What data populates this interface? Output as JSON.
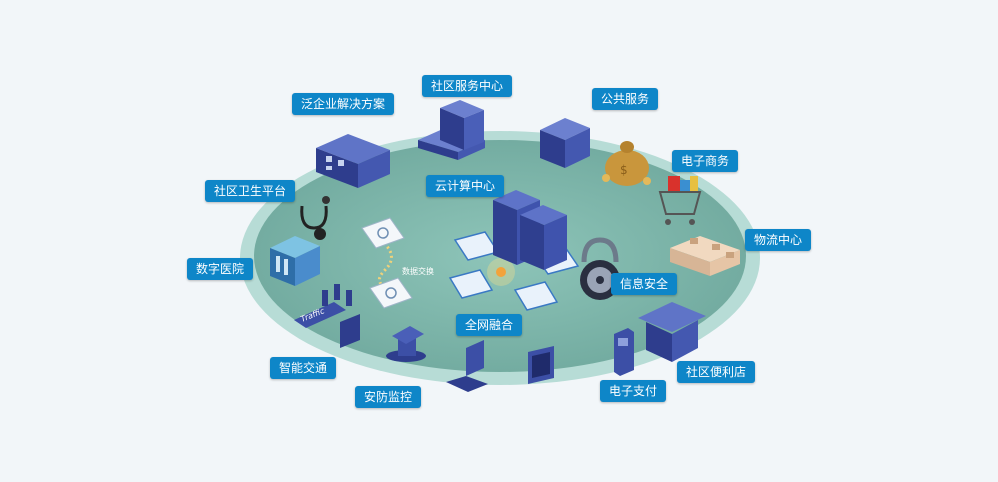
{
  "colors": {
    "label_bg": "#0e86c8",
    "ellipse_fill": "#7fb7ab",
    "ellipse_rim": "#a9d3cd",
    "node_blue": "#3c4fa6"
  },
  "labels": {
    "enterprise_solution": "泛企业解决方案",
    "community_service_center": "社区服务中心",
    "public_service": "公共服务",
    "ecommerce": "电子商务",
    "community_health": "社区卫生平台",
    "cloud_center": "云计算中心",
    "logistics_center": "物流中心",
    "digital_hospital": "数字医院",
    "info_security": "信息安全",
    "network_fusion": "全网融合",
    "smart_traffic": "智能交通",
    "community_store": "社区便利店",
    "security_monitor": "安防监控",
    "e_payment": "电子支付",
    "data_exchange": "数据交换"
  },
  "icons": [
    "office-building-icon",
    "tower-building-icon",
    "server-rack-icon",
    "money-bag-icon",
    "shopping-cart-icon",
    "stethoscope-icon",
    "hospital-icon",
    "padlock-icon",
    "packages-icon",
    "traffic-sign-icon",
    "cctv-camera-icon",
    "laptop-icon",
    "monitor-icon",
    "payment-terminal-icon",
    "shop-icon",
    "document-icon"
  ]
}
